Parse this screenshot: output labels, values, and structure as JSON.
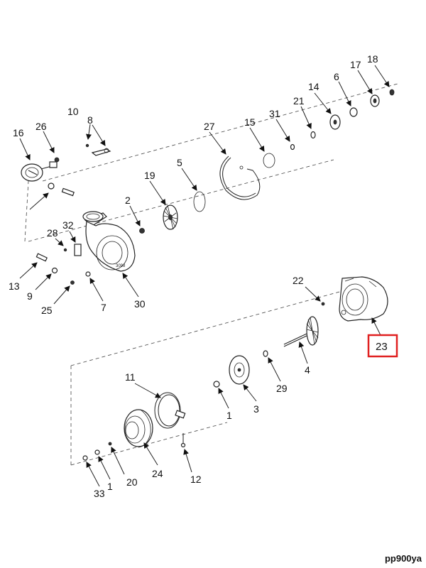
{
  "callouts": {
    "c1a": "1",
    "c1b": "1",
    "c2": "2",
    "c3": "3",
    "c4": "4",
    "c5": "5",
    "c6": "6",
    "c7": "7",
    "c8": "8",
    "c9": "9",
    "c10": "10",
    "c11": "11",
    "c12": "12",
    "c13": "13",
    "c14": "14",
    "c15": "15",
    "c16": "16",
    "c17": "17",
    "c18": "18",
    "c19": "19",
    "c20": "20",
    "c21": "21",
    "c22": "22",
    "c23": "23",
    "c24": "24",
    "c25": "25",
    "c26": "26",
    "c27": "27",
    "c28": "28",
    "c29": "29",
    "c30": "30",
    "c31": "31",
    "c32": "32",
    "c33": "33"
  },
  "highlight": {
    "callout": "23",
    "color": "#e02020"
  },
  "footer_code": "pp900ya"
}
